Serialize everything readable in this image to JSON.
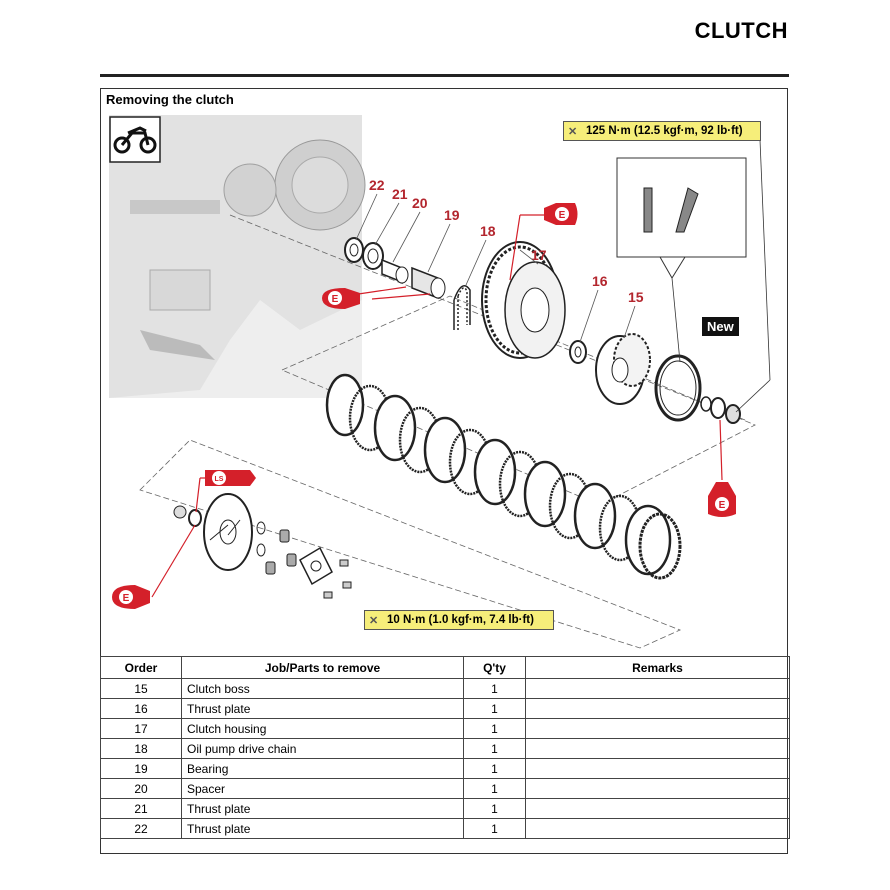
{
  "page": {
    "title": "CLUTCH"
  },
  "section": {
    "title": "Removing the clutch"
  },
  "diagram": {
    "callouts": [
      "22",
      "21",
      "20",
      "19",
      "18",
      "17",
      "16",
      "15"
    ],
    "torque_top": "125 N·m (12.5 kgf·m, 92 lb·ft)",
    "torque_bottom": "10 N·m (1.0 kgf·m, 7.4 lb·ft)",
    "new_label": "New",
    "oil_symbol": "E",
    "grease_symbol": "LS",
    "colors": {
      "accent_red": "#d4202a",
      "torque_yellow": "#f6ee7a",
      "callout_red": "#b3262e"
    }
  },
  "table": {
    "headers": [
      "Order",
      "Job/Parts to remove",
      "Q'ty",
      "Remarks"
    ],
    "rows": [
      {
        "order": "15",
        "job": "Clutch boss",
        "qty": "1",
        "remarks": ""
      },
      {
        "order": "16",
        "job": "Thrust plate",
        "qty": "1",
        "remarks": ""
      },
      {
        "order": "17",
        "job": "Clutch housing",
        "qty": "1",
        "remarks": ""
      },
      {
        "order": "18",
        "job": "Oil pump drive chain",
        "qty": "1",
        "remarks": ""
      },
      {
        "order": "19",
        "job": "Bearing",
        "qty": "1",
        "remarks": ""
      },
      {
        "order": "20",
        "job": "Spacer",
        "qty": "1",
        "remarks": ""
      },
      {
        "order": "21",
        "job": "Thrust plate",
        "qty": "1",
        "remarks": ""
      },
      {
        "order": "22",
        "job": "Thrust plate",
        "qty": "1",
        "remarks": ""
      }
    ]
  }
}
